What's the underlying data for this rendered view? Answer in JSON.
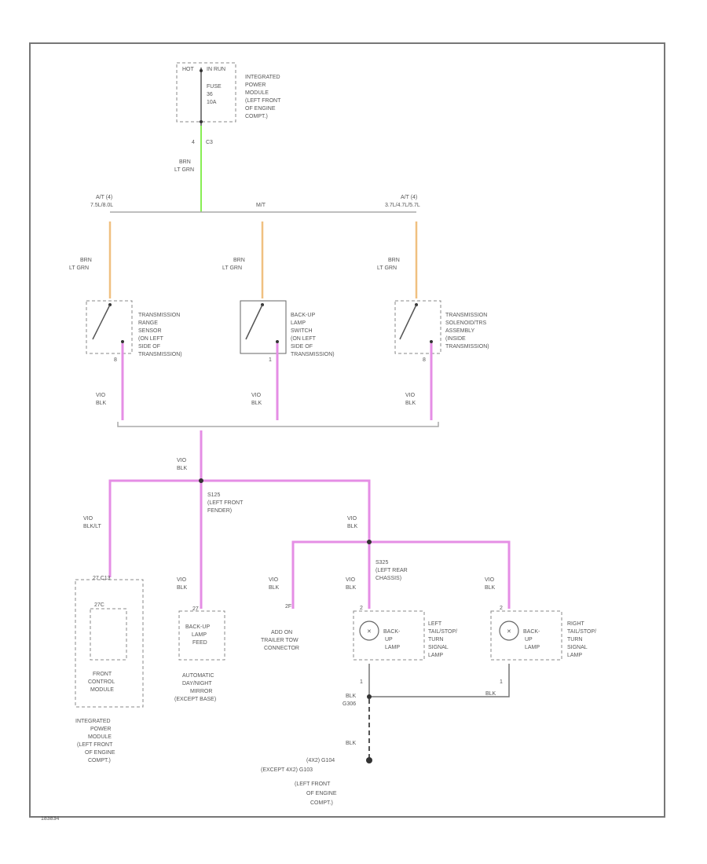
{
  "fuse_block": {
    "top_left": "HOT",
    "top_right": "IN RUN",
    "fuse": [
      "FUSE",
      "36",
      "10A"
    ],
    "name": [
      "INTEGRATED",
      "POWER",
      "MODULE",
      "(LEFT FRONT",
      "OF ENGINE",
      "COMPT.)"
    ],
    "pin_left": "4",
    "pin_right": "C3"
  },
  "feed_wire": [
    "BRN",
    "LT GRN"
  ],
  "bus_labels": {
    "left": [
      "A/T  (4)",
      "7.5L/8.0L"
    ],
    "center": "M/T",
    "right": [
      "A/T  (4)",
      "3.7L/4.7L/5.7L"
    ]
  },
  "switch_wires": {
    "left": [
      "BRN",
      "LT GRN"
    ],
    "center": [
      "BRN",
      "LT GRN"
    ],
    "right": [
      "BRN",
      "LT GRN"
    ]
  },
  "switches": {
    "left": [
      "TRANSMISSION",
      "RANGE",
      "SENSOR",
      "(ON LEFT",
      "SIDE OF",
      "TRANSMISSION)"
    ],
    "center": [
      "BACK-UP",
      "LAMP",
      "SWITCH",
      "(ON LEFT",
      "SIDE OF",
      "TRANSMISSION)"
    ],
    "right": [
      "TRANSMISSION",
      "SOLENOID/TRS",
      "ASSEMBLY",
      "(INSIDE",
      "TRANSMISSION)"
    ]
  },
  "switch_pins": {
    "left": "8",
    "center": "1",
    "right": "8"
  },
  "output_wires": {
    "left": [
      "VIO",
      "BLK"
    ],
    "center": [
      "VIO",
      "BLK"
    ],
    "right": [
      "VIO",
      "BLK"
    ],
    "merge": [
      "VIO",
      "BLK"
    ]
  },
  "splice_main": [
    "S125",
    "(LEFT FRONT",
    "FENDER)"
  ],
  "branch_wires": {
    "left": [
      "VIO",
      "BLK/LT"
    ],
    "right": [
      "VIO",
      "BLK"
    ]
  },
  "splice_rear": [
    "S325",
    "(LEFT REAR",
    "CHASSIS)"
  ],
  "lower_wires": {
    "mirror": [
      "VIO",
      "BLK"
    ],
    "trailer": [
      "VIO",
      "BLK"
    ],
    "left_lamp": [
      "VIO",
      "BLK"
    ],
    "right_lamp": [
      "VIO",
      "BLK"
    ]
  },
  "front_control": {
    "pin_top": "27 C13",
    "pin_inner": "27C",
    "name": [
      "FRONT",
      "CONTROL",
      "MODULE"
    ],
    "subname": [
      "INTEGRATED",
      "POWER",
      "MODULE",
      "(LEFT FRONT",
      "OF ENGINE",
      "COMPT.)"
    ]
  },
  "mirror": {
    "pin": "27",
    "box_label": [
      "BACK-UP",
      "LAMP",
      "FEED"
    ],
    "name": [
      "AUTOMATIC",
      "DAY/NIGHT",
      "MIRROR",
      "(EXCEPT BASE)"
    ]
  },
  "trailer": {
    "pin": "2F",
    "name": [
      "ADD ON",
      "TRAILER TOW",
      "CONNECTOR"
    ]
  },
  "left_lamp": {
    "pin_top": "2",
    "pin_bottom": "1",
    "inner": [
      "BACK-",
      "UP",
      "LAMP"
    ],
    "name": [
      "LEFT",
      "TAIL/STOP/",
      "TURN",
      "SIGNAL",
      "LAMP"
    ]
  },
  "right_lamp": {
    "pin_top": "2",
    "pin_bottom": "1",
    "inner": [
      "BACK-",
      "UP",
      "LAMP"
    ],
    "name": [
      "RIGHT",
      "TAIL/STOP/",
      "TURN",
      "SIGNAL",
      "LAMP"
    ]
  },
  "ground": {
    "wire1": [
      "BLK",
      "G306"
    ],
    "wire2": "BLK",
    "right_wire": "BLK",
    "label": [
      "(4X2)  G104",
      "(EXCEPT 4X2)  G103",
      "(LEFT FRONT",
      "OF ENGINE",
      "COMPT.)"
    ]
  },
  "footer_id": "183834"
}
